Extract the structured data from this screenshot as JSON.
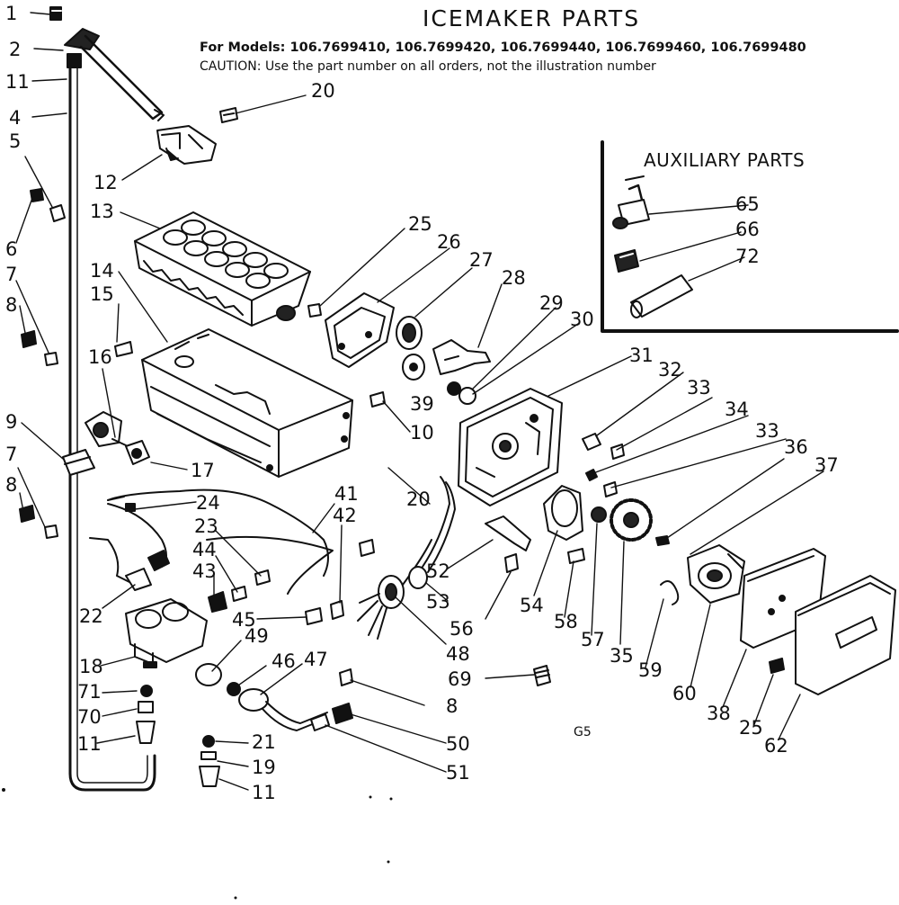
{
  "title": "ICEMAKER PARTS",
  "models_line": "For Models: 106.7699410, 106.7699420, 106.7699440, 106.7699460, 106.7699480",
  "caution_line": "CAUTION: Use the part number on all orders, not the illustration number",
  "auxiliary_title": "AUXILIARY PARTS",
  "diagram_code": "G5",
  "callouts": [
    "1",
    "2",
    "11",
    "4",
    "5",
    "6",
    "7",
    "8",
    "9",
    "7",
    "8",
    "12",
    "13",
    "14",
    "15",
    "16",
    "17",
    "20",
    "25",
    "26",
    "27",
    "28",
    "29",
    "30",
    "39",
    "10",
    "20",
    "24",
    "23",
    "44",
    "43",
    "22",
    "41",
    "42",
    "45",
    "18",
    "49",
    "46",
    "47",
    "48",
    "71",
    "70",
    "11",
    "21",
    "19",
    "11",
    "8",
    "50",
    "51",
    "69",
    "52",
    "53",
    "56",
    "54",
    "58",
    "57",
    "35",
    "59",
    "31",
    "32",
    "33",
    "34",
    "33",
    "36",
    "37",
    "60",
    "38",
    "25",
    "62",
    "65",
    "66",
    "72"
  ]
}
